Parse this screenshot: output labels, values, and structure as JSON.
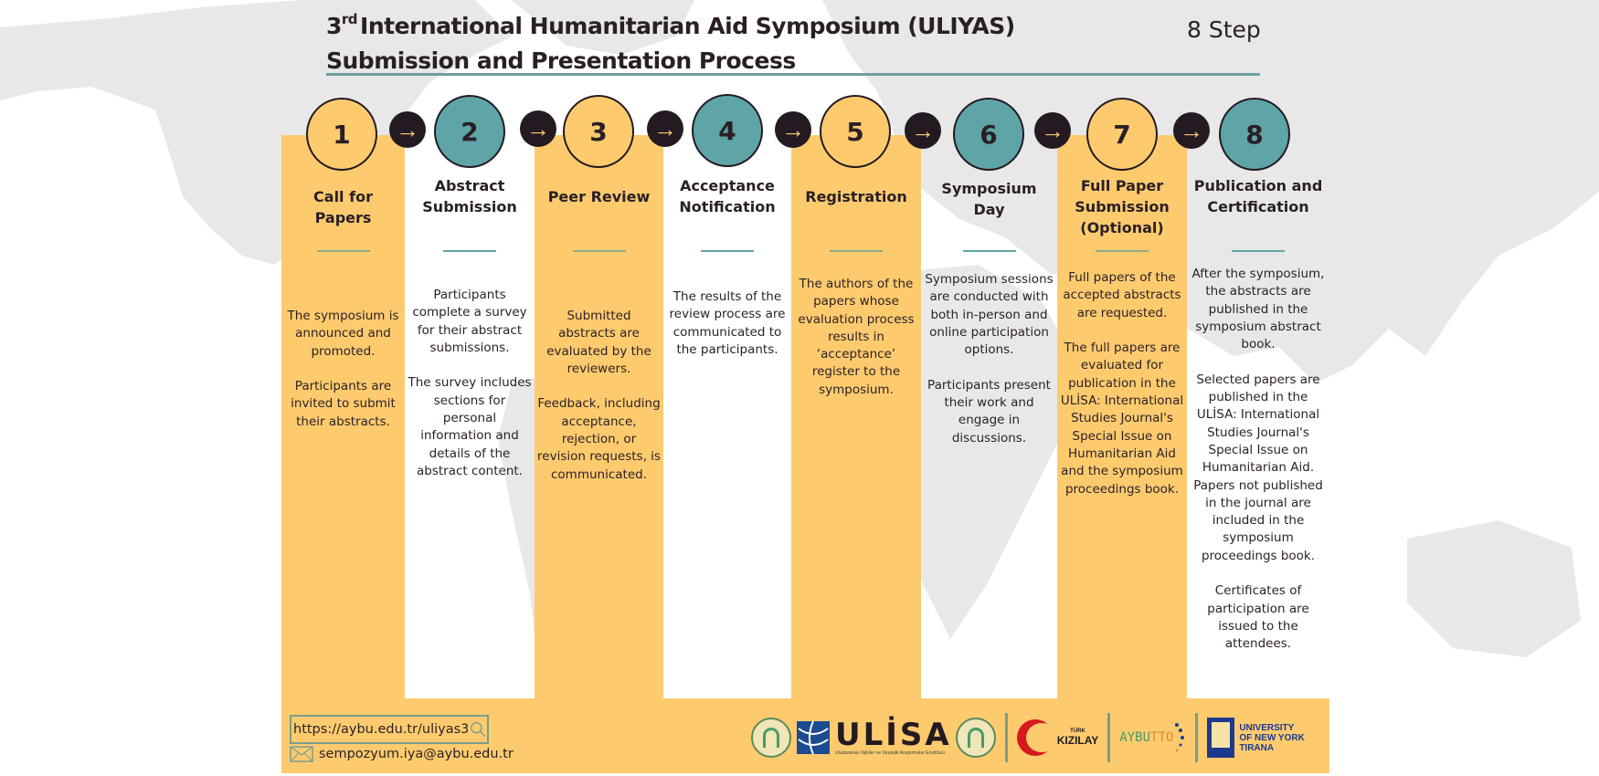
{
  "header": {
    "title_ordinal": "3",
    "title_ordinal_suffix": "rd",
    "title_line1": "International Humanitarian Aid Symposium (ULIYAS)",
    "title_line2": "Submission and Presentation Process",
    "step_count": "8 Step"
  },
  "colors": {
    "yellow": "#fdcb6e",
    "teal": "#5fa5a8",
    "dark": "#231a22",
    "map_gray": "#e8e8e8"
  },
  "arrow_glyph": "→",
  "steps": [
    {
      "number": "1",
      "title": "Call for Papers",
      "description": "The symposium is announced and promoted.\n\nParticipants are invited to submit their abstracts."
    },
    {
      "number": "2",
      "title": "Abstract Submission",
      "description": "Participants complete a survey for their abstract submissions.\n\nThe survey includes sections for personal information and details of the abstract content."
    },
    {
      "number": "3",
      "title": "Peer Review",
      "description": "Submitted abstracts are evaluated by the reviewers.\n\nFeedback, including acceptance, rejection, or revision requests, is communicated."
    },
    {
      "number": "4",
      "title": "Acceptance Notification",
      "description": "The results of the review process are communicated to the participants."
    },
    {
      "number": "5",
      "title": "Registration",
      "description": "The authors of the papers whose evaluation process results in ‘acceptance’ register to the symposium."
    },
    {
      "number": "6",
      "title": "Symposium Day",
      "description": "Symposium sessions are conducted with both in-person and online participation options.\n\nParticipants present their work and engage in discussions."
    },
    {
      "number": "7",
      "title": "Full Paper Submission (Optional)",
      "description": "Full papers of the accepted abstracts are requested.\n\nThe full papers are evaluated for publication in the ULİSA: International Studies Journal's Special Issue on Humanitarian Aid and the symposium proceedings book."
    },
    {
      "number": "8",
      "title": "Publication and Certification",
      "description": "After the symposium, the abstracts are published in the symposium abstract book.\n\nSelected papers are published in the ULİSA: International Studies Journal's Special Issue on Humanitarian Aid. Papers not published in the journal are included in the symposium proceedings book.\n\nCertificates of participation are issued to the attendees."
    }
  ],
  "footer": {
    "url": "https://aybu.edu.tr/uliyas3",
    "email": "sempozyum.iya@aybu.edu.tr",
    "logos": {
      "ulisa_word": "ULİSA",
      "ulisa_sub": "Uluslararası İlişkiler ve Stratejik Araştırmalar Enstitüsü",
      "kizilay_small": "TÜRK",
      "kizilay_big": "KIZILAY",
      "aybu_part1": "AYBU",
      "aybu_part2": "TTO",
      "unyt_line1": "UNIVERSITY",
      "unyt_line2": "OF NEW YORK",
      "unyt_line3": "TIRANA"
    }
  }
}
